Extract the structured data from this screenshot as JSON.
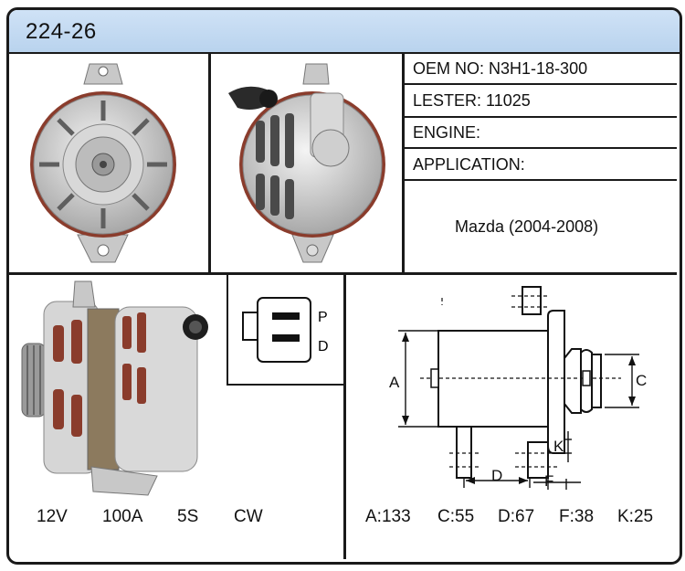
{
  "header": {
    "title": "224-26"
  },
  "info": {
    "oem_label": "OEM NO:",
    "oem_value": "N3H1-18-300",
    "lester_label": "LESTER:",
    "lester_value": "11025",
    "engine_label": "ENGINE:",
    "application_label": "APPLICATION:",
    "application_value": "Mazda (2004-2008)"
  },
  "connector": {
    "pin_p": "P",
    "pin_d": "D"
  },
  "electrical": {
    "voltage": "12V",
    "amperage": "100A",
    "pulley": "5S",
    "rotation": "CW"
  },
  "diagram": {
    "label_a": "A",
    "label_c": "C",
    "label_d": "D",
    "label_f": "F",
    "label_k": "K"
  },
  "dimensions": {
    "a": "A:133",
    "c": "C:55",
    "d": "D:67",
    "f": "F:38",
    "k": "K:25"
  },
  "icons": [
    "alternator-front-photo",
    "alternator-rear-photo",
    "alternator-side-photo",
    "connector-plug-icon"
  ]
}
